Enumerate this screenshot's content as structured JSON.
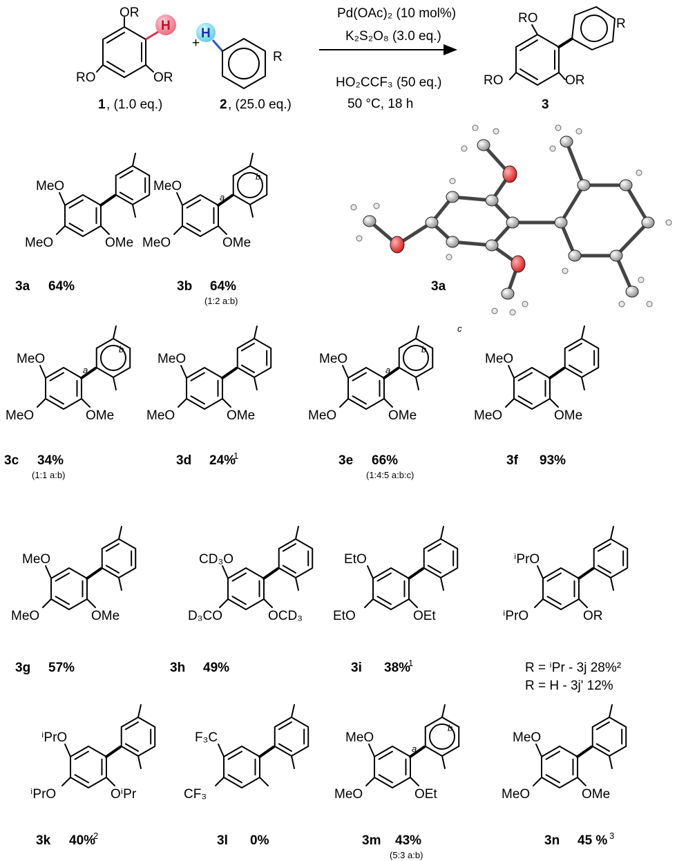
{
  "reaction": {
    "reactant1": {
      "substituent": "OR",
      "substituent_left": "RO",
      "hydrogen": "H",
      "label_num": "1",
      "label_eq": ", (1.0 eq.)"
    },
    "plus": "+",
    "reactant2": {
      "hydrogen": "H",
      "substituent": "R",
      "label_num": "2",
      "label_eq": ", (25.0 eq.)"
    },
    "conditions": {
      "catalyst": "Pd(OAc)₂ (10 mol%)",
      "oxidant": "K₂S₂O₈ (3.0 eq.)",
      "acid": "HO₂CCF₃ (50 eq.)",
      "temp_time": "50 °C, 18 h"
    },
    "product": {
      "sub_top": "RO",
      "sub_left": "RO",
      "sub_right": "OR",
      "sub_ring": "R",
      "label": "3"
    },
    "colors": {
      "h_red": "#f06a80",
      "h_cyan": "#5fd0e0",
      "bond_red": "#e0304a",
      "bond_blue": "#2f4fd0"
    }
  },
  "compounds": [
    {
      "id": "3a",
      "yield": "64%",
      "subs": {
        "top": "MeO",
        "left": "MeO",
        "right": "OMe"
      }
    },
    {
      "id": "3b",
      "yield": "64%",
      "ratio": "(1:2 a:b)",
      "subs": {
        "top": "MeO",
        "left": "MeO",
        "right": "OMe",
        "a": "a",
        "b": "b"
      }
    },
    {
      "id": "3a",
      "xray": true
    },
    {
      "id": "3c",
      "yield": "34%",
      "ratio": "(1:1 a:b)",
      "subs": {
        "top": "MeO",
        "left": "MeO",
        "right": "OMe",
        "a": "a",
        "b": "b"
      }
    },
    {
      "id": "3d",
      "yield": "24%",
      "note": "1",
      "subs": {
        "top": "MeO",
        "left": "MeO",
        "right": "OMe"
      }
    },
    {
      "id": "3e",
      "yield": "66%",
      "ratio": "(1:4:5 a:b:c)",
      "subs": {
        "top": "MeO",
        "left": "MeO",
        "right": "OMe",
        "a": "a",
        "b": "b",
        "c": "c"
      }
    },
    {
      "id": "3f",
      "yield": "93%",
      "subs": {
        "top": "MeO",
        "left": "MeO",
        "right": "OMe"
      }
    },
    {
      "id": "3g",
      "yield": "57%",
      "subs": {
        "top": "MeO",
        "left": "MeO",
        "right": "OMe"
      }
    },
    {
      "id": "3h",
      "yield": "49%",
      "subs": {
        "top": "CD₃O",
        "left": "D₃CO",
        "right": "OCD₃"
      }
    },
    {
      "id": "3i",
      "yield": "38%",
      "note": "1",
      "subs": {
        "top": "EtO",
        "left": "EtO",
        "right": "OEt"
      }
    },
    {
      "id": "3j",
      "subs": {
        "top": "ⁱPrO",
        "left": "ⁱPrO",
        "right": "OR"
      },
      "lines": [
        "R = ⁱPr  - 3j  28%²",
        "R = H   - 3j'  12%"
      ]
    },
    {
      "id": "3k",
      "yield": "40%",
      "note": "2",
      "subs": {
        "top": "ⁱPrO",
        "left": "ⁱPrO",
        "right": "OⁱPr"
      }
    },
    {
      "id": "3l",
      "yield": "0%",
      "subs": {
        "top": "F₃C",
        "left": "CF₃"
      }
    },
    {
      "id": "3m",
      "yield": "43%",
      "ratio": "(5:3 a:b)",
      "subs": {
        "top": "MeO",
        "left": "MeO",
        "right": "OEt",
        "a": "a",
        "b": "b"
      }
    },
    {
      "id": "3n",
      "yield": "45 %",
      "note": "3",
      "subs": {
        "top": "MeO",
        "left": "MeO",
        "right": "OMe"
      }
    }
  ]
}
